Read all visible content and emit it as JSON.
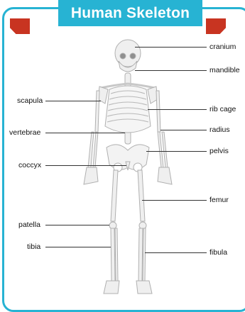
{
  "title": "Human Skeleton",
  "labels": {
    "cranium": "cranium",
    "mandible": "mandible",
    "scapula": "scapula",
    "rib_cage": "rib cage",
    "vertebrae": "vertebrae",
    "radius": "radius",
    "pelvis": "pelvis",
    "coccyx": "coccyx",
    "femur": "femur",
    "patella": "patella",
    "tibia": "tibia",
    "fibula": "fibula"
  },
  "colors": {
    "frame": "#27b3d3",
    "ribbon": "#e0412b",
    "bone": "#efefef",
    "bone_outline": "#b8b8b8"
  }
}
